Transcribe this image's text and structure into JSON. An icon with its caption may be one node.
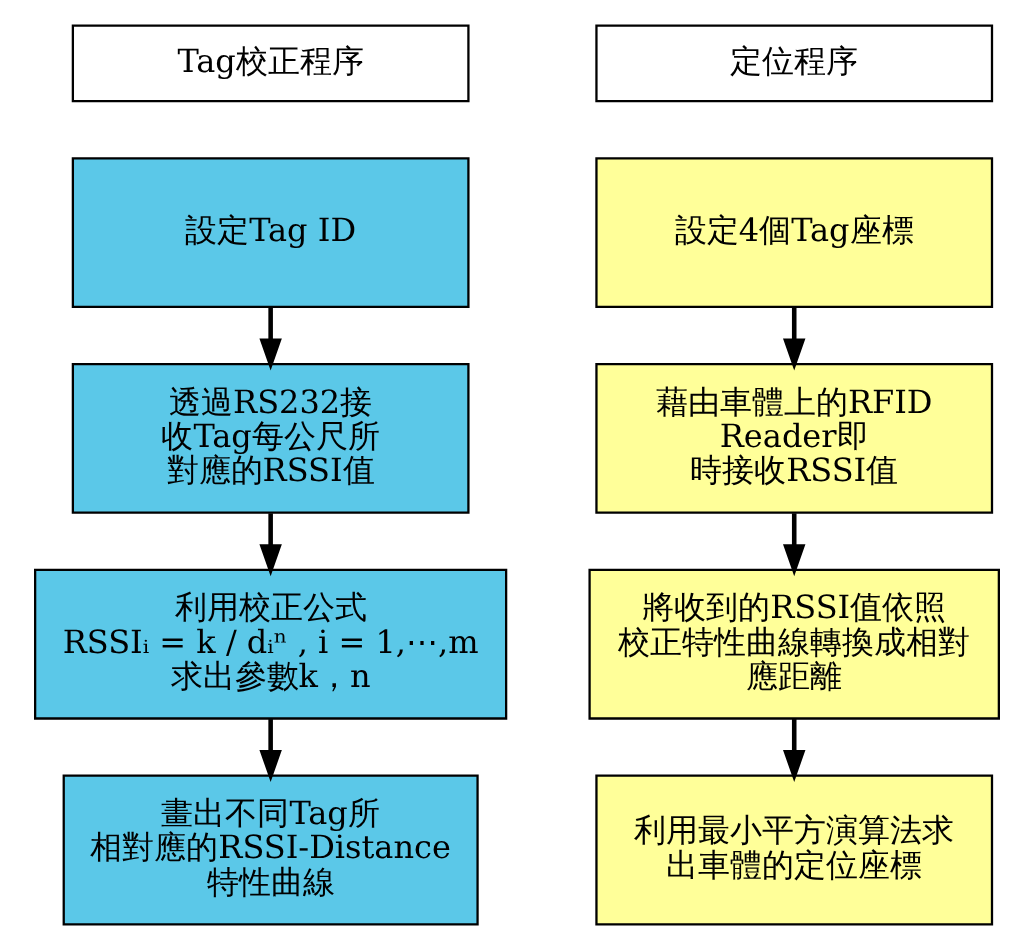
{
  "diagram": {
    "nodes": [
      {
        "text": [
          "Tag校正程序"
        ]
      },
      {
        "text": [
          "設定Tag ID"
        ]
      },
      {
        "text": [
          "透過RS232接收Tag每公尺所對應的RSSI值"
        ]
      },
      {
        "text": [
          "利用校正公式",
          "RSSIᵢ = k / dᵢⁿ , i = 1,⋯,m",
          "求出參數k，n"
        ]
      },
      {
        "text": [
          "畫出不同Tag所相對應的RSSI-Distance特性曲線"
        ]
      },
      {
        "text": [
          "定位程序"
        ]
      },
      {
        "text": [
          "設定4個Tag座標"
        ]
      },
      {
        "text": [
          "藉由車體上的RFID Reader即時接收RSSI值"
        ]
      },
      {
        "text": [
          "將收到的RSSI值依照校正特性曲線轉換成相對應距離"
        ]
      },
      {
        "text": [
          "利用最小平方演算法求出車體的定位座標"
        ]
      }
    ],
    "edges": [
      {
        "from": 1,
        "to": 2,
        "arrow": "to"
      },
      {
        "from": 2,
        "to": 3,
        "arrow": "to"
      },
      {
        "from": 3,
        "to": 4,
        "arrow": "to"
      },
      {
        "from": 6,
        "to": 7,
        "arrow": "to"
      },
      {
        "from": 7,
        "to": 8,
        "arrow": "to"
      },
      {
        "from": 8,
        "to": 9,
        "arrow": "to"
      }
    ]
  }
}
